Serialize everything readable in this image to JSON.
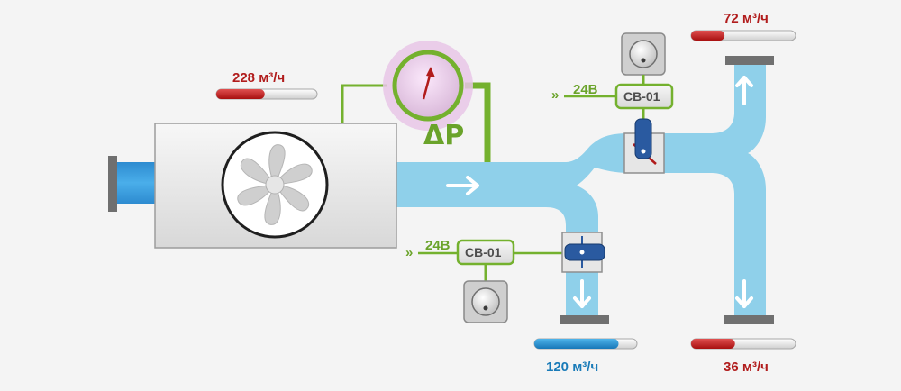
{
  "colors": {
    "duct": "#8fd0ea",
    "wire": "#74b12e",
    "flow_text_warm": "#b11c1c",
    "flow_text_cool": "#1a7bb8",
    "gauge_glow": "#e8c5e6",
    "cabinet": "#e2e2e2"
  },
  "fan_unit": {
    "fan_icon": "fan-icon",
    "flow_rate": "228 м³/ч",
    "flow_fraction": 0.48,
    "flow_color": "red"
  },
  "pressure_gauge": {
    "symbol": "ΔP",
    "icon": "pressure-gauge-icon"
  },
  "branches": {
    "upper_controller": {
      "label": "CB-01",
      "voltage": "24B",
      "knob_icon": "regulator-knob-icon",
      "damper_icon": "damper-icon"
    },
    "lower_controller": {
      "label": "CB-01",
      "voltage": "24B",
      "knob_icon": "regulator-knob-icon",
      "damper_icon": "damper-icon"
    }
  },
  "outlets": {
    "top": {
      "flow_rate": "72 м³/ч",
      "flow_fraction": 0.32,
      "flow_color": "red"
    },
    "bottom_right": {
      "flow_rate": "36 м³/ч",
      "flow_fraction": 0.42,
      "flow_color": "red"
    },
    "bottom_left": {
      "flow_rate": "120 м³/ч",
      "flow_fraction": 0.82,
      "flow_color": "blue"
    }
  }
}
